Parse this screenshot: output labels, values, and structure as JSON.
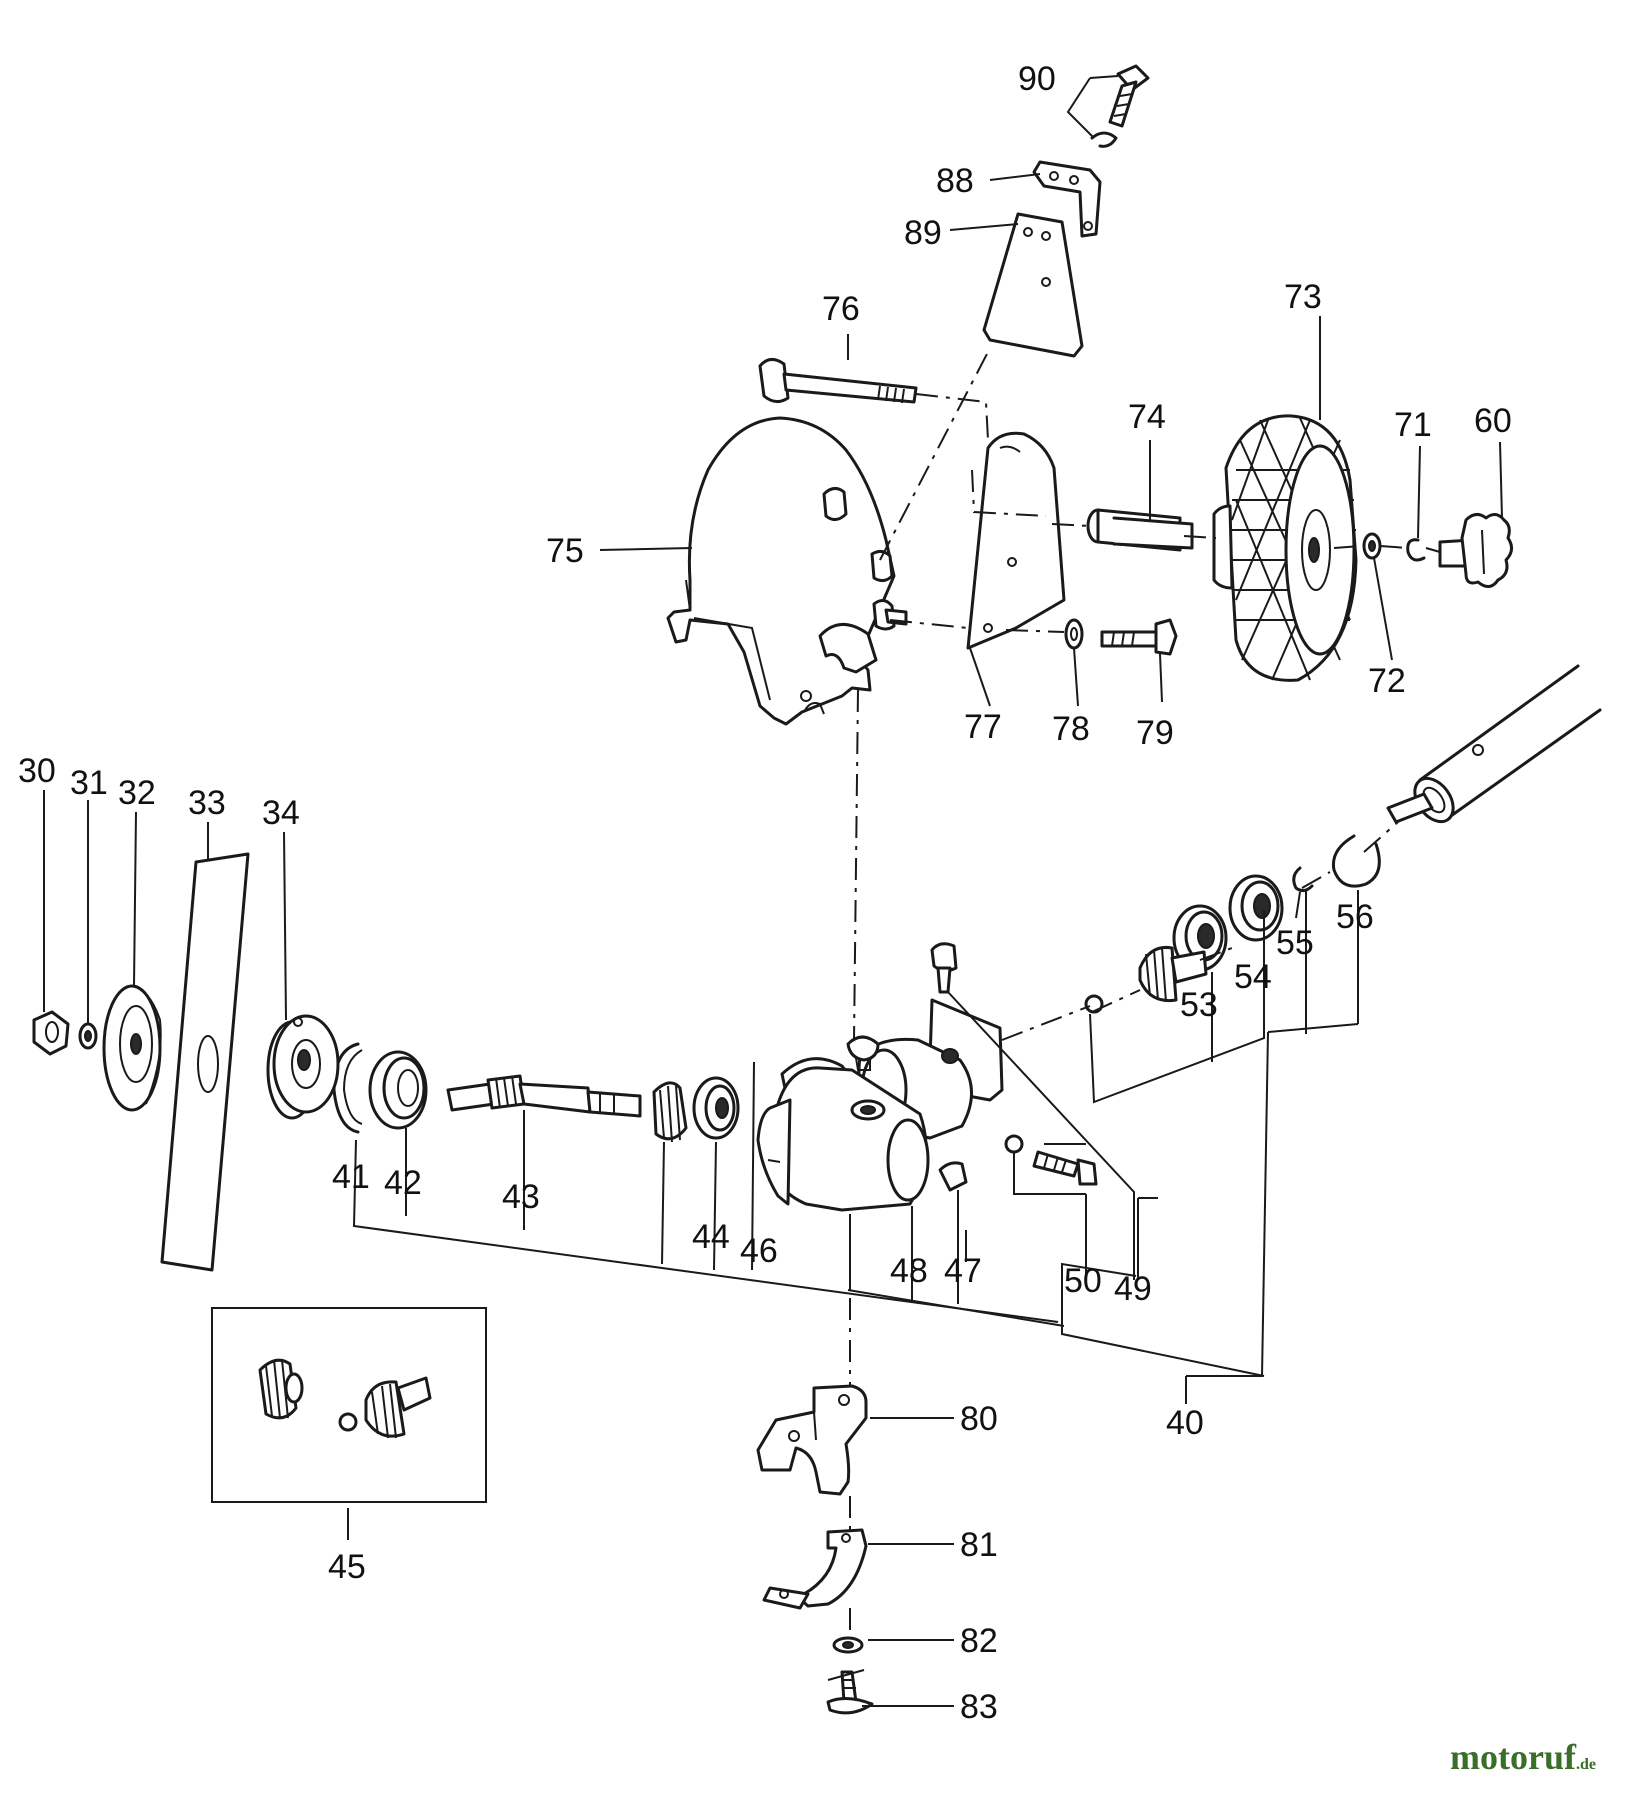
{
  "callouts": {
    "c30": "30",
    "c31": "31",
    "c32": "32",
    "c33": "33",
    "c34": "34",
    "c40": "40",
    "c41": "41",
    "c42": "42",
    "c43": "43",
    "c44": "44",
    "c45": "45",
    "c46": "46",
    "c47": "47",
    "c48": "48",
    "c49": "49",
    "c50": "50",
    "c53": "53",
    "c54": "54",
    "c55": "55",
    "c56": "56",
    "c60": "60",
    "c71": "71",
    "c72": "72",
    "c73": "73",
    "c74": "74",
    "c75": "75",
    "c76": "76",
    "c77": "77",
    "c78": "78",
    "c79": "79",
    "c80": "80",
    "c81": "81",
    "c82": "82",
    "c83": "83",
    "c88": "88",
    "c89": "89",
    "c90": "90"
  },
  "watermark": {
    "brand": "motoruf",
    "tld": ".de"
  }
}
